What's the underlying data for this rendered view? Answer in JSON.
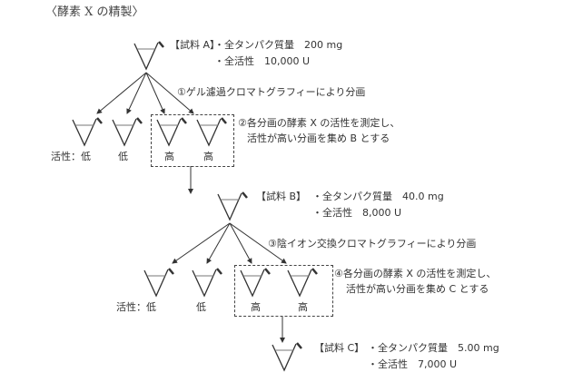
{
  "title": "〈酵素 X の精製〉",
  "samples": [
    {
      "label": "【試料 A】",
      "protein": "・全タンパク質量　200 mg",
      "activity": "・全活性　10,000 U"
    },
    {
      "label": "【試料 B】",
      "protein": "・全タンパク質量　40.0 mg",
      "activity": "・全活性　8,000 U"
    },
    {
      "label": "【試料 C】",
      "protein": "・全タンパク質量　5.00 mg",
      "activity": "・全活性　7,000 U"
    }
  ],
  "steps": [
    {
      "text": "①ゲル濾過クロマトグラフィーにより分画"
    },
    {
      "line1": "②各分画の酵素 X の活性を測定し、",
      "line2": "活性が高い分画を集め B とする"
    },
    {
      "text": "③陰イオン交換クロマトグラフィーにより分画"
    },
    {
      "line1": "④各分画の酵素 X の活性を測定し、",
      "line2": "活性が高い分画を集め C とする"
    }
  ],
  "fractions1": [
    "活性：低",
    "低",
    "高",
    "高"
  ],
  "fractions2": [
    "活性：低",
    "低",
    "高",
    "高"
  ]
}
